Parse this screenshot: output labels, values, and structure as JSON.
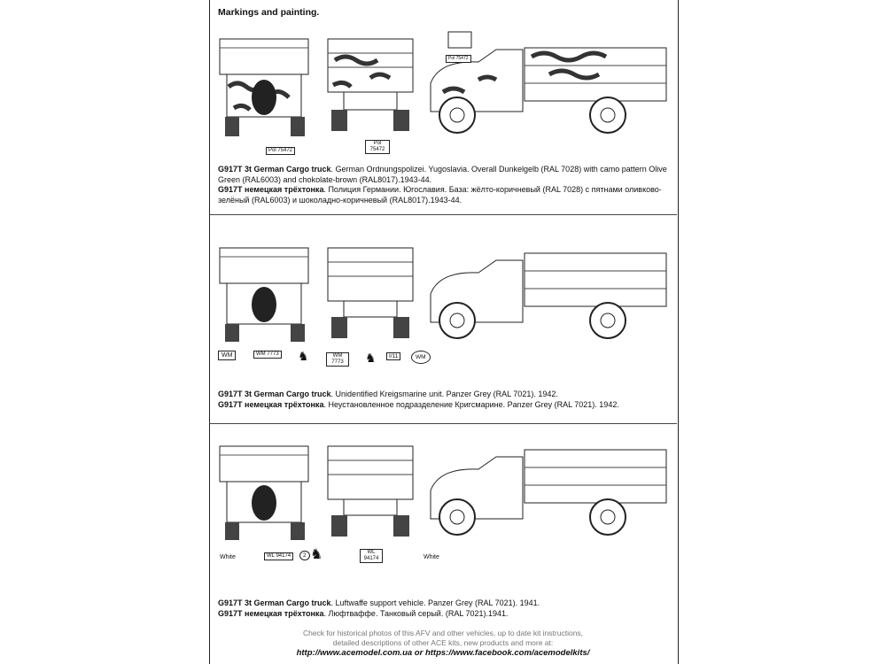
{
  "title": "Markings and painting.",
  "sections": [
    {
      "caption_en_bold": "G917T 3t German Cargo truck",
      "caption_en_rest": ". German Ordnungspolizei. Yugoslavia. Overall Dunkelgelb (RAL 7028) with camo pattern Olive Green (RAL6003) and chokolate-brown (RAL8017).1943-44.",
      "caption_ru_bold": "G917T немецкая трёхтонка",
      "caption_ru_rest": ". Полиция Германии. Югославия. База: жёлто-коричневый (RAL 7028) с пятнами оливково-зелёный (RAL6003) и шоколадно-коричневый (RAL8017).1943-44.",
      "plates": [
        "Pol 75472",
        "Pol 75472",
        "Pol 75472"
      ]
    },
    {
      "caption_en_bold": "G917T  3t German Cargo truck",
      "caption_en_rest": ". Unidentified Kreigsmarine unit. Panzer Grey (RAL 7021). 1942.",
      "caption_ru_bold": "G917T  немецкая трёхтонка",
      "caption_ru_rest": ". Неустановленное подразделение Кригсмарине. Panzer Grey (RAL 7021). 1942.",
      "plates": [
        "WM",
        "WM 7773",
        "WM 7773",
        "I/11",
        "WM"
      ]
    },
    {
      "caption_en_bold": "G917T 3t German Cargo truck",
      "caption_en_rest": ". Luftwaffe support vehicle. Panzer Grey (RAL 7021). 1941.",
      "caption_ru_bold": "G917T немецкая трёхтонка",
      "caption_ru_rest": ". Люфтваффе. Танковый серый. (RAL 7021).1941.",
      "plates": [
        "WL 94174",
        "2",
        "WL 94174"
      ],
      "white_labels": [
        "White",
        "White"
      ]
    }
  ],
  "footer": {
    "line1": "Check for historical photos of this AFV and other vehicles, up to date kit instructions,",
    "line2": "detailed descriptions of other ACE kits, new products and more at:",
    "url1": "http://www.acemodel.com.ua",
    "or": " or ",
    "url2": "https://www.facebook.com/acemodelkits/"
  },
  "colors": {
    "dunkelgelb": "#e8e1cf",
    "camo_dark": "#3a3a3a",
    "panzer_grey": "#ffffff"
  }
}
